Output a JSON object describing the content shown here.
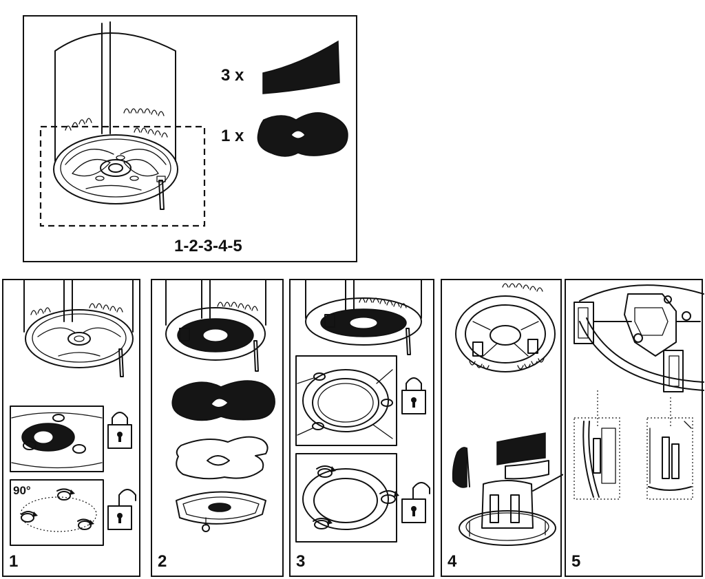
{
  "overview": {
    "quantities": [
      {
        "text": "3 x",
        "part_icon": "filter-pad-icon"
      },
      {
        "text": "1 x",
        "part_icon": "gasket-icon"
      }
    ],
    "sequence": "1-2-3-4-5"
  },
  "steps": [
    {
      "number": "1",
      "angle": "90°",
      "icons": [
        "lock-closed-icon",
        "lock-open-icon"
      ]
    },
    {
      "number": "2"
    },
    {
      "number": "3",
      "icons": [
        "lock-closed-icon",
        "lock-open-icon"
      ]
    },
    {
      "number": "4"
    },
    {
      "number": "5"
    }
  ],
  "colors": {
    "ink": "#111111",
    "paper": "#ffffff"
  }
}
